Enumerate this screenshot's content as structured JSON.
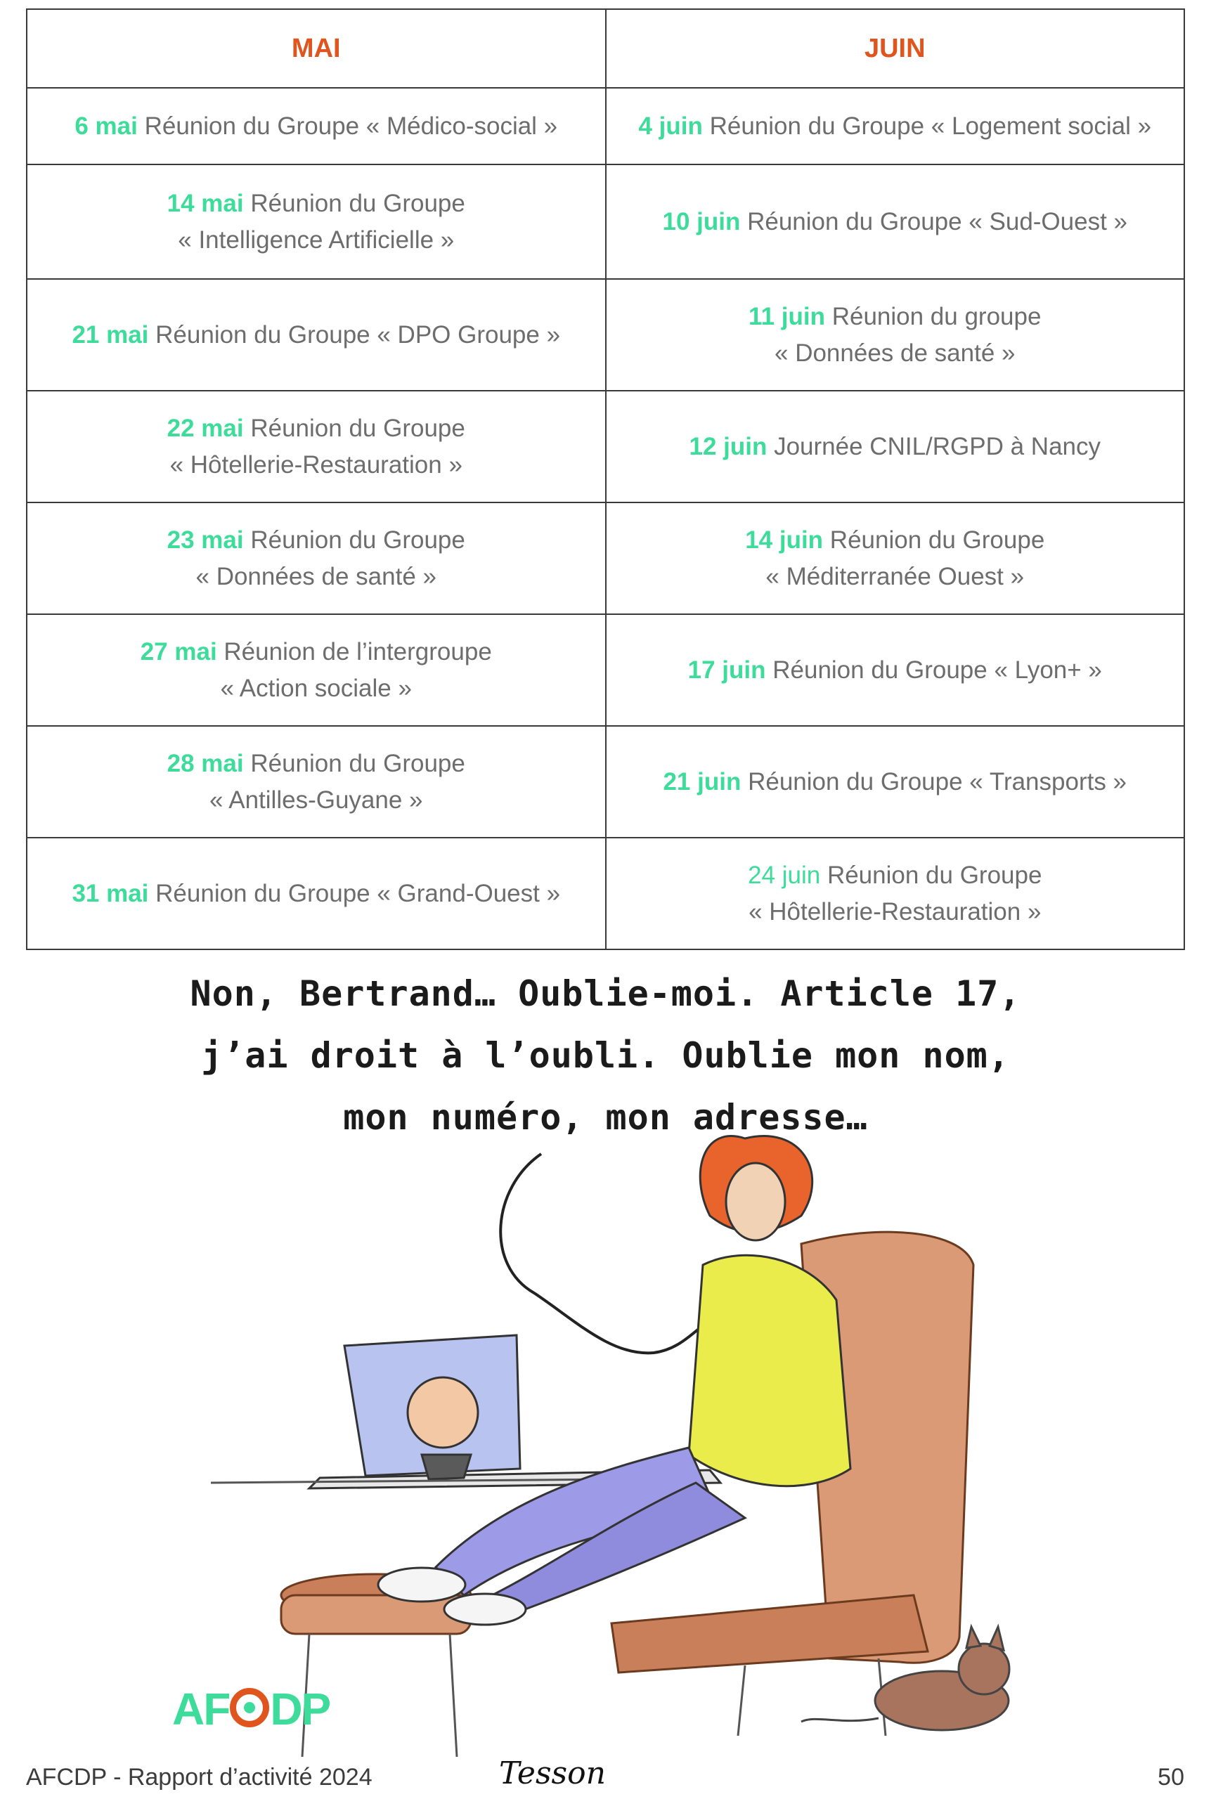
{
  "schedule": {
    "headers": [
      "MAI",
      "JUIN"
    ],
    "rows": [
      [
        {
          "date": "6 mai",
          "text": "Réunion du Groupe « Médico-social »"
        },
        {
          "date": "4 juin",
          "text": "Réunion du Groupe « Logement social »"
        }
      ],
      [
        {
          "date": "14 mai",
          "text": "Réunion du Groupe",
          "text2": "« Intelligence Artificielle »"
        },
        {
          "date": "10 juin",
          "text": "Réunion du Groupe « Sud-Ouest »"
        }
      ],
      [
        {
          "date": "21 mai",
          "text": "Réunion du Groupe « DPO Groupe »"
        },
        {
          "date": "11 juin",
          "text": "Réunion du groupe",
          "text2": "« Données de santé »"
        }
      ],
      [
        {
          "date": "22 mai",
          "text": "Réunion du Groupe",
          "text2": "« Hôtellerie-Restauration »"
        },
        {
          "date": "12 juin",
          "text": "Journée CNIL/RGPD à Nancy"
        }
      ],
      [
        {
          "date": "23 mai",
          "text": "Réunion du Groupe",
          "text2": "« Données de santé »"
        },
        {
          "date": "14 juin",
          "text": "Réunion du Groupe",
          "text2": "« Méditerranée Ouest »"
        }
      ],
      [
        {
          "date": "27 mai",
          "text": "Réunion de l’intergroupe",
          "text2": "« Action sociale »"
        },
        {
          "date": "17 juin",
          "text": "Réunion du Groupe « Lyon+ »"
        }
      ],
      [
        {
          "date": "28 mai",
          "text": "Réunion du Groupe",
          "text2": "« Antilles-Guyane »"
        },
        {
          "date": "21 juin",
          "text": "Réunion du Groupe « Transports »"
        }
      ],
      [
        {
          "date": "31 mai",
          "text": "Réunion du Groupe « Grand-Ouest »"
        },
        {
          "date": "24 juin",
          "text": "Réunion du Groupe",
          "text2": "« Hôtellerie-Restauration »"
        }
      ]
    ]
  },
  "cartoon": {
    "caption_lines": [
      "Non, Bertrand… Oublie-moi. Article 17,",
      "j’ai droit à l’oubli. Oublie mon nom,",
      "mon numéro, mon adresse…"
    ],
    "signature": "Tesson"
  },
  "logo": {
    "prefix": "AF",
    "suffix": "DP"
  },
  "footer": {
    "text": "AFCDP  -  Rapport d’activité 2024",
    "page": "50"
  },
  "colors": {
    "accent_green": "#3ddc9b",
    "accent_orange": "#e0541d",
    "body_text": "#6d6d6d"
  }
}
